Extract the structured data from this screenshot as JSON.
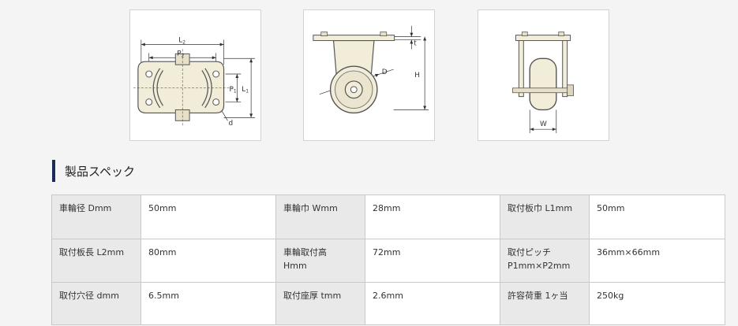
{
  "diagrams": {
    "top_view": {
      "labels": {
        "l2": "L",
        "l2_sub": "2",
        "p2": "P",
        "p2_sub": "2",
        "p1": "P",
        "p1_sub": "1",
        "l1": "L",
        "l1_sub": "1",
        "d_small": "d"
      }
    },
    "side_view": {
      "labels": {
        "t": "t",
        "h": "H",
        "D": "D"
      }
    },
    "front_view": {
      "labels": {
        "w": "W"
      }
    }
  },
  "spec": {
    "heading": "製品スペック",
    "rows": [
      [
        {
          "label": "車輪径 Dmm",
          "value": "50mm"
        },
        {
          "label": "車輪巾 Wmm",
          "value": "28mm"
        },
        {
          "label": "取付板巾 L1mm",
          "value": "50mm"
        }
      ],
      [
        {
          "label": "取付板長 L2mm",
          "value": "80mm"
        },
        {
          "label": "車輪取付高\nHmm",
          "value": "72mm"
        },
        {
          "label": "取付ピッチ\nP1mm×P2mm",
          "value": "36mm×66mm"
        }
      ],
      [
        {
          "label": "取付穴径 dmm",
          "value": "6.5mm"
        },
        {
          "label": "取付座厚 tmm",
          "value": "2.6mm"
        },
        {
          "label": "許容荷重 1ヶ当",
          "value": "250kg"
        }
      ]
    ]
  },
  "colors": {
    "heading_bar": "#1b2b57",
    "label_bg": "#e9e9e9",
    "cream": "#f2edd9",
    "outline": "#555555"
  }
}
